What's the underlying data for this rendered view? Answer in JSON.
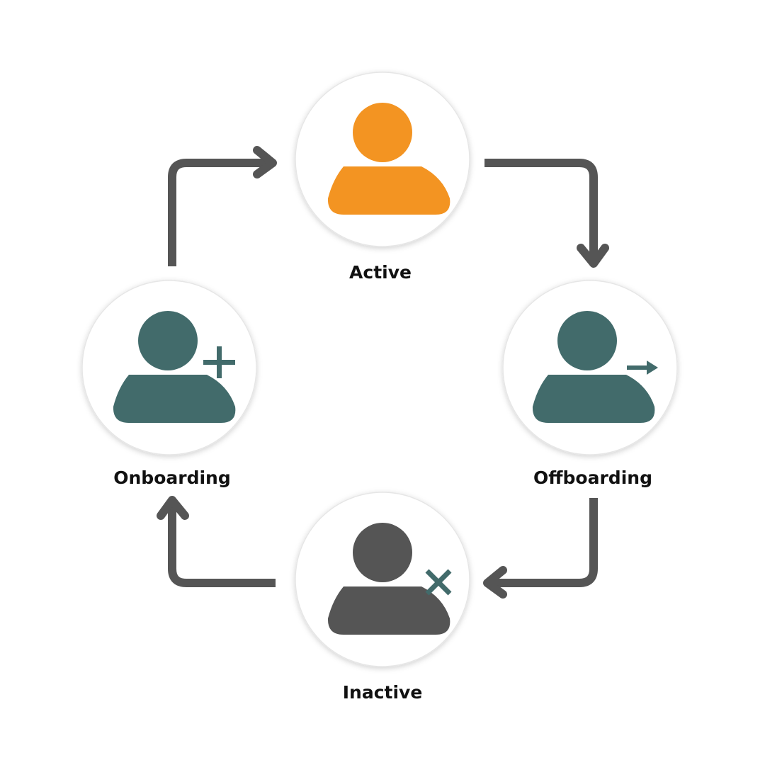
{
  "colors": {
    "active": "#F39422",
    "onboarding": "#426B6B",
    "offboarding": "#426B6B",
    "inactive": "#555555",
    "arrows": "#555555",
    "circle_fill": "#FFFFFF"
  },
  "stages": {
    "active": {
      "label": "Active",
      "icon": "person-icon"
    },
    "offboarding": {
      "label": "Offboarding",
      "icon": "person-arrow-right-icon"
    },
    "inactive": {
      "label": "Inactive",
      "icon": "person-x-icon"
    },
    "onboarding": {
      "label": "Onboarding",
      "icon": "person-plus-icon"
    }
  },
  "flow": [
    {
      "from": "Onboarding",
      "to": "Active"
    },
    {
      "from": "Active",
      "to": "Offboarding"
    },
    {
      "from": "Offboarding",
      "to": "Inactive"
    },
    {
      "from": "Inactive",
      "to": "Onboarding"
    }
  ]
}
